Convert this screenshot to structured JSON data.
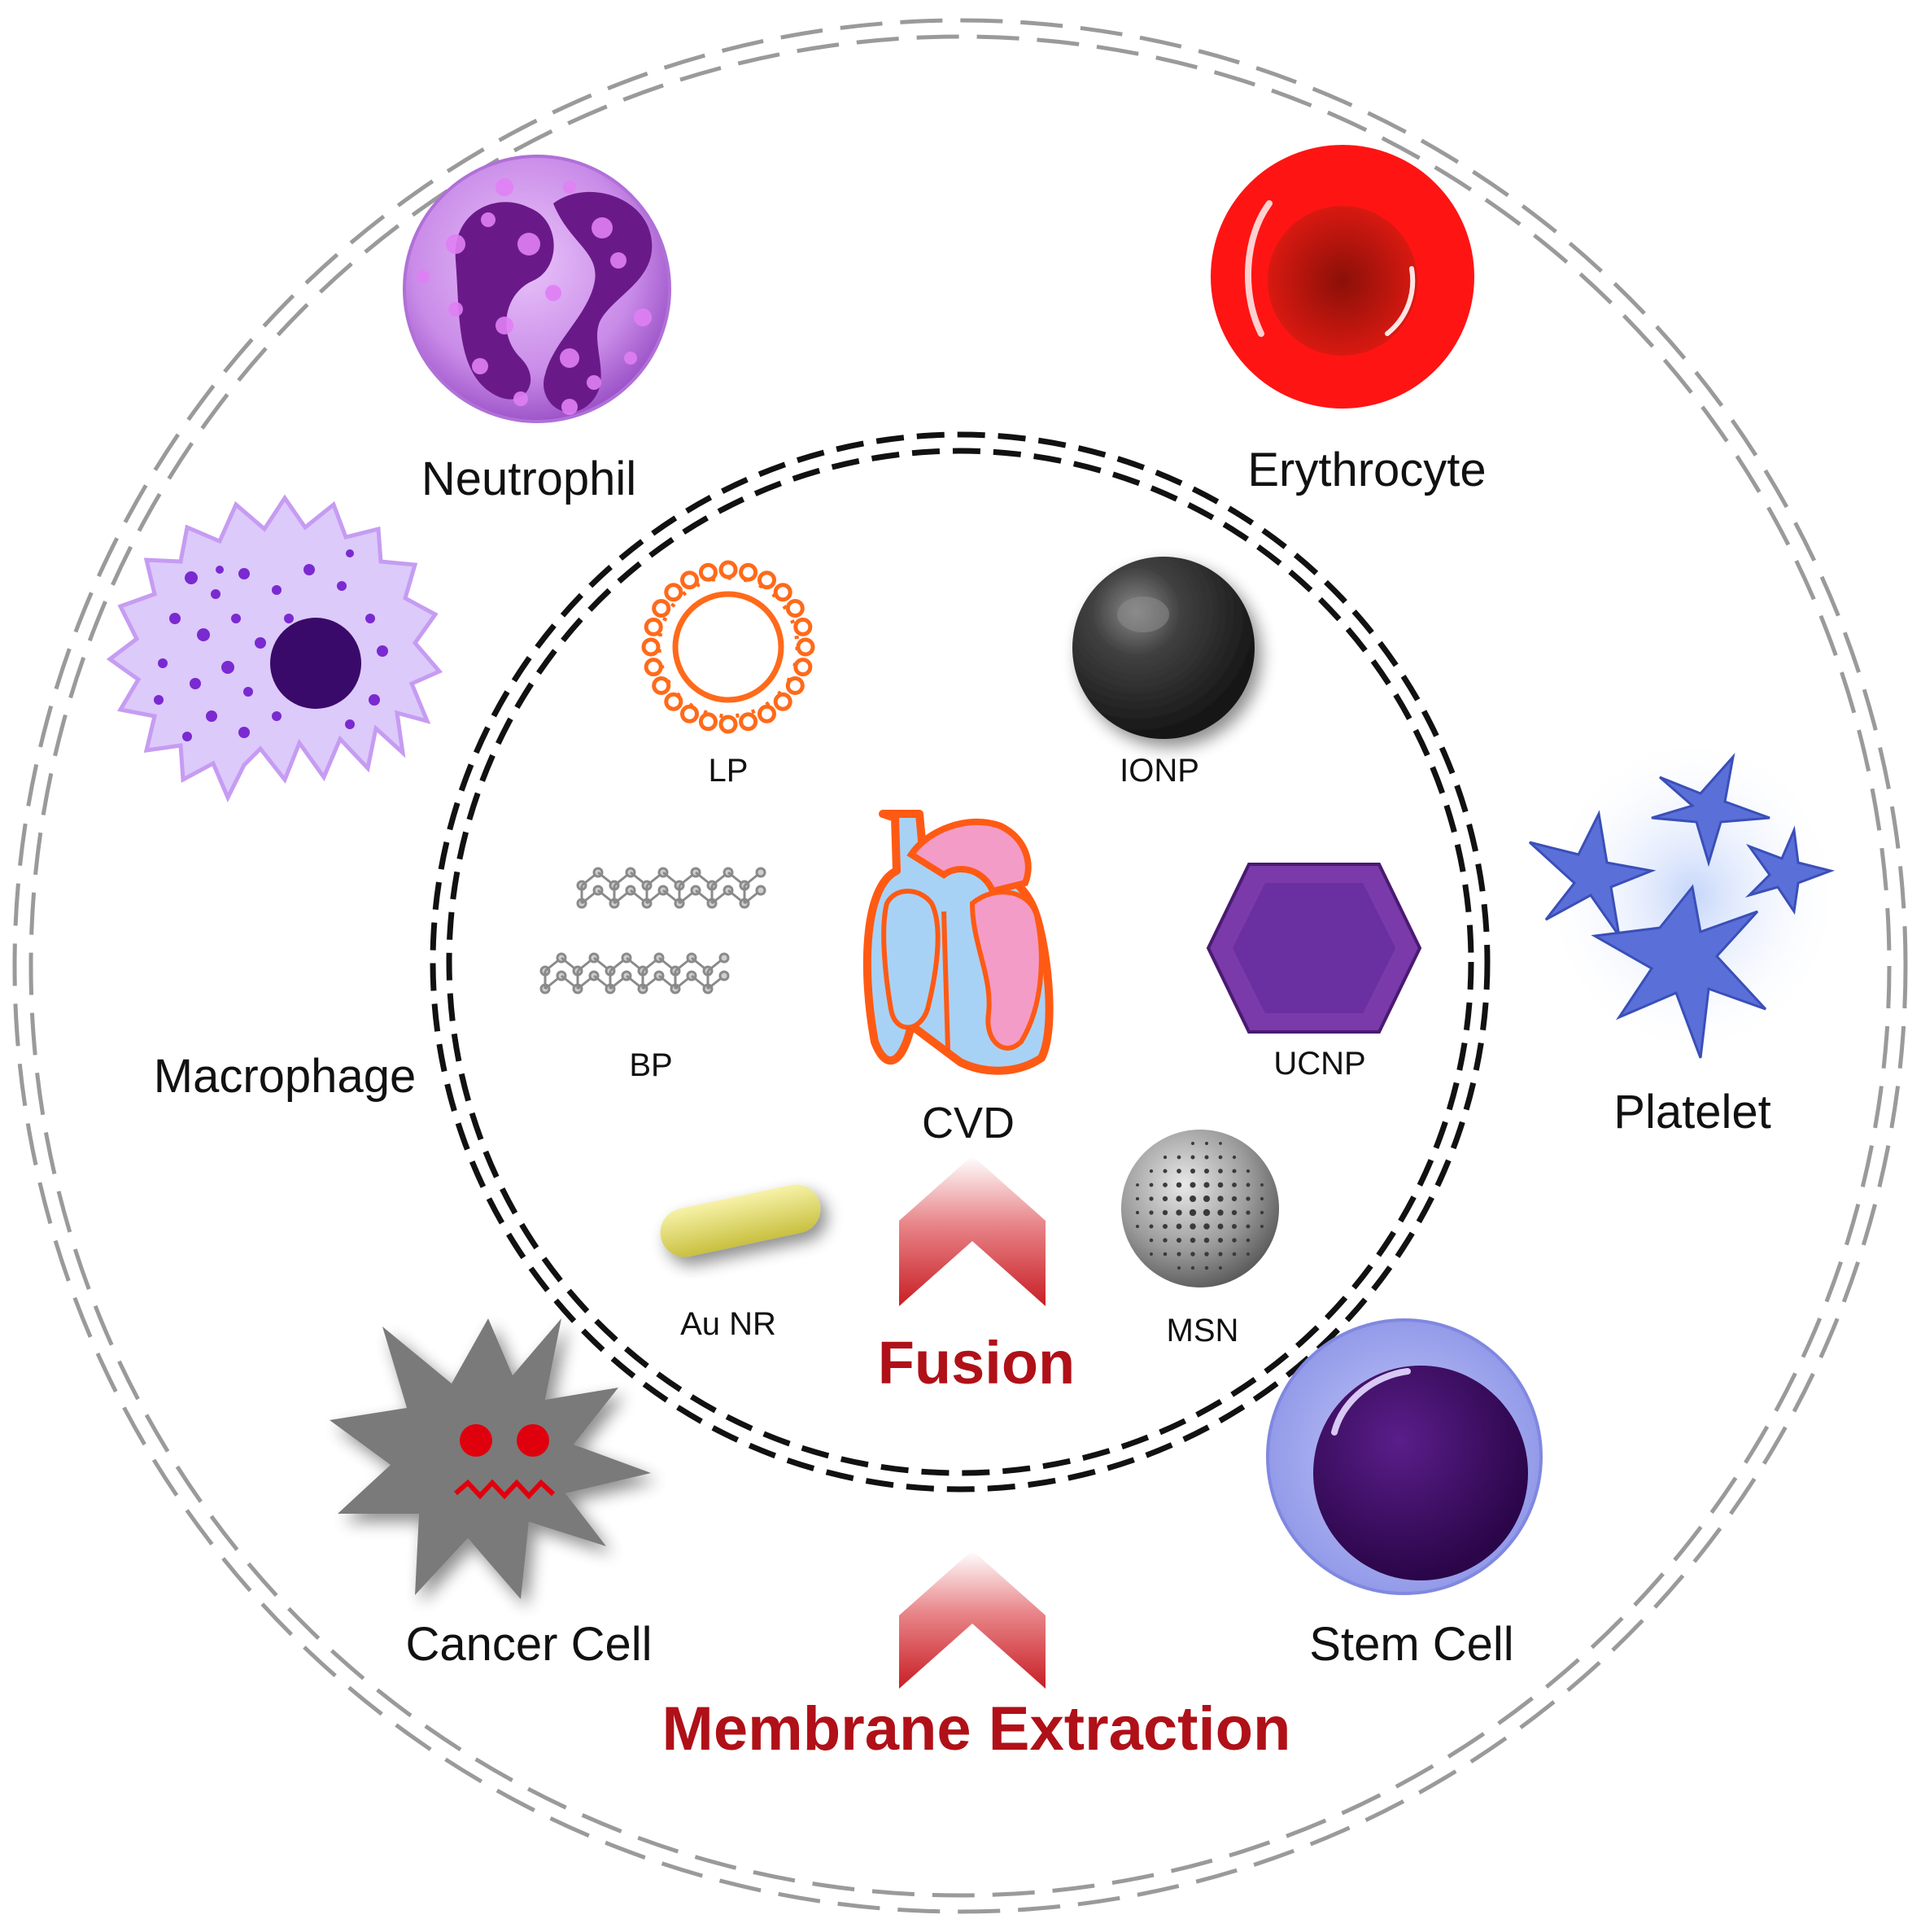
{
  "cells": {
    "neutrophil": "Neutrophil",
    "erythrocyte": "Erythrocyte",
    "macrophage": "Macrophage",
    "platelet": "Platelet",
    "cancer_cell": "Cancer Cell",
    "stem_cell": "Stem Cell"
  },
  "nanoparticles": {
    "lp": "LP",
    "ionp": "IONP",
    "bp": "BP",
    "ucnp": "UCNP",
    "au_nr": "Au NR",
    "msn": "MSN"
  },
  "center": {
    "label": "CVD"
  },
  "actions": {
    "fusion": "Fusion",
    "membrane_extraction": "Membrane Extraction"
  },
  "colors": {
    "neutrophil": "#c98be8",
    "erythrocyte": "#ff1a1a",
    "macrophage": "#dccafa",
    "platelet": "#5a6fd8",
    "cancer_cell": "#7a7a7a",
    "stem_cell": "#a9b0f0",
    "lp": "#ff6a1a",
    "ucnp": "#6a2fa0",
    "au_nr": "#e8e070",
    "arrow": "#c81e24",
    "action_text": "#b01018"
  }
}
